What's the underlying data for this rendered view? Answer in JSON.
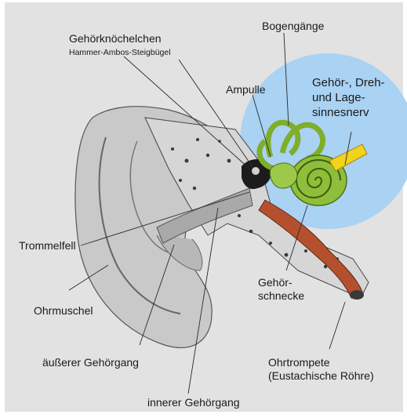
{
  "labels": {
    "ossicles": "Gehörknöchelchen",
    "ossicles_sub": "Hammer-Ambos-Steigbügel",
    "semicircular": "Bogengänge",
    "ampulla": "Ampulle",
    "nerve": "Gehör-, Dreh-\nund Lage-\nsinnesnerv",
    "eardrum": "Trommelfell",
    "auricle": "Ohrmuschel",
    "cochlea": "Gehör-\nschnecke",
    "outer_canal": "äußerer Gehörgang",
    "eustachian": "Ohrtrompete\n(Eustachische Röhre)",
    "inner_canal": "innerer Gehörgang"
  },
  "colors": {
    "background": "#e2e2e2",
    "inner_ear_highlight": "#a9d2f3",
    "cochlea_green": "#8fbf3a",
    "nerve_yellow": "#f2d21c",
    "tube_red": "#b5502e",
    "ossicle_dark": "#1c1c1c"
  }
}
